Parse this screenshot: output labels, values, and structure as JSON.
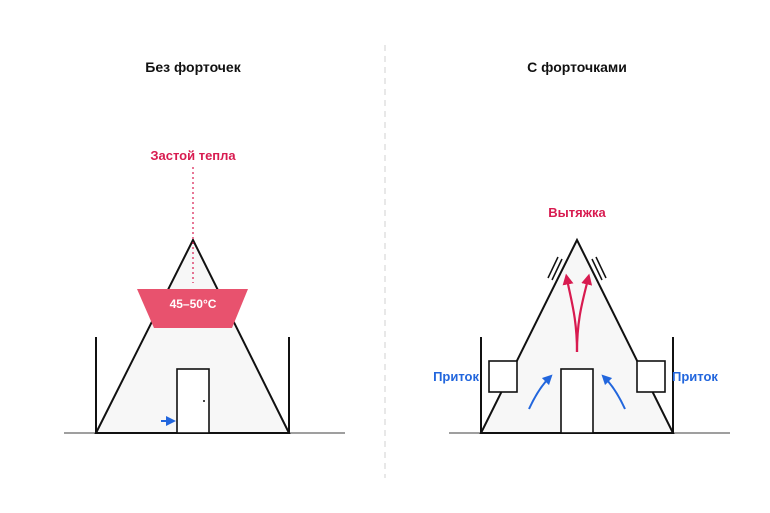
{
  "left": {
    "title": "Без форточек",
    "heat_label": "Застой тепла",
    "temperature": "45–50°C"
  },
  "right": {
    "title": "С форточками",
    "exhaust_label": "Вытяжка",
    "inflow_left": "Приток",
    "inflow_right": "Приток"
  },
  "colors": {
    "line": "#111111",
    "tent_fill": "#f7f7f7",
    "ground": "#666666",
    "hot_zone": "#e8526e",
    "exhaust": "#d81b50",
    "inflow": "#2266dd",
    "divider": "#d9d9d9"
  }
}
